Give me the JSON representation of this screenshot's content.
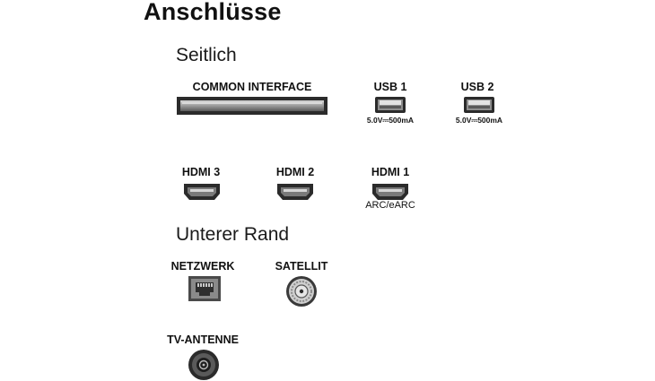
{
  "title": "Anschlüsse",
  "sections": {
    "side": "Seitlich",
    "bottom": "Unterer Rand"
  },
  "ports": {
    "ci": {
      "label": "COMMON INTERFACE"
    },
    "usb1": {
      "label": "USB 1",
      "spec": "5.0V⎓500mA"
    },
    "usb2": {
      "label": "USB 2",
      "spec": "5.0V⎓500mA"
    },
    "hdmi3": {
      "label": "HDMI 3"
    },
    "hdmi2": {
      "label": "HDMI 2"
    },
    "hdmi1": {
      "label": "HDMI 1",
      "note": "ARC/eARC"
    },
    "network": {
      "label": "NETZWERK"
    },
    "satellite": {
      "label": "SATELLIT"
    },
    "antenna": {
      "label": "TV-ANTENNE"
    }
  },
  "colors": {
    "port_dark": "#2b2b2b",
    "port_mid": "#6f6f6f",
    "port_light": "#bdbdbd"
  }
}
